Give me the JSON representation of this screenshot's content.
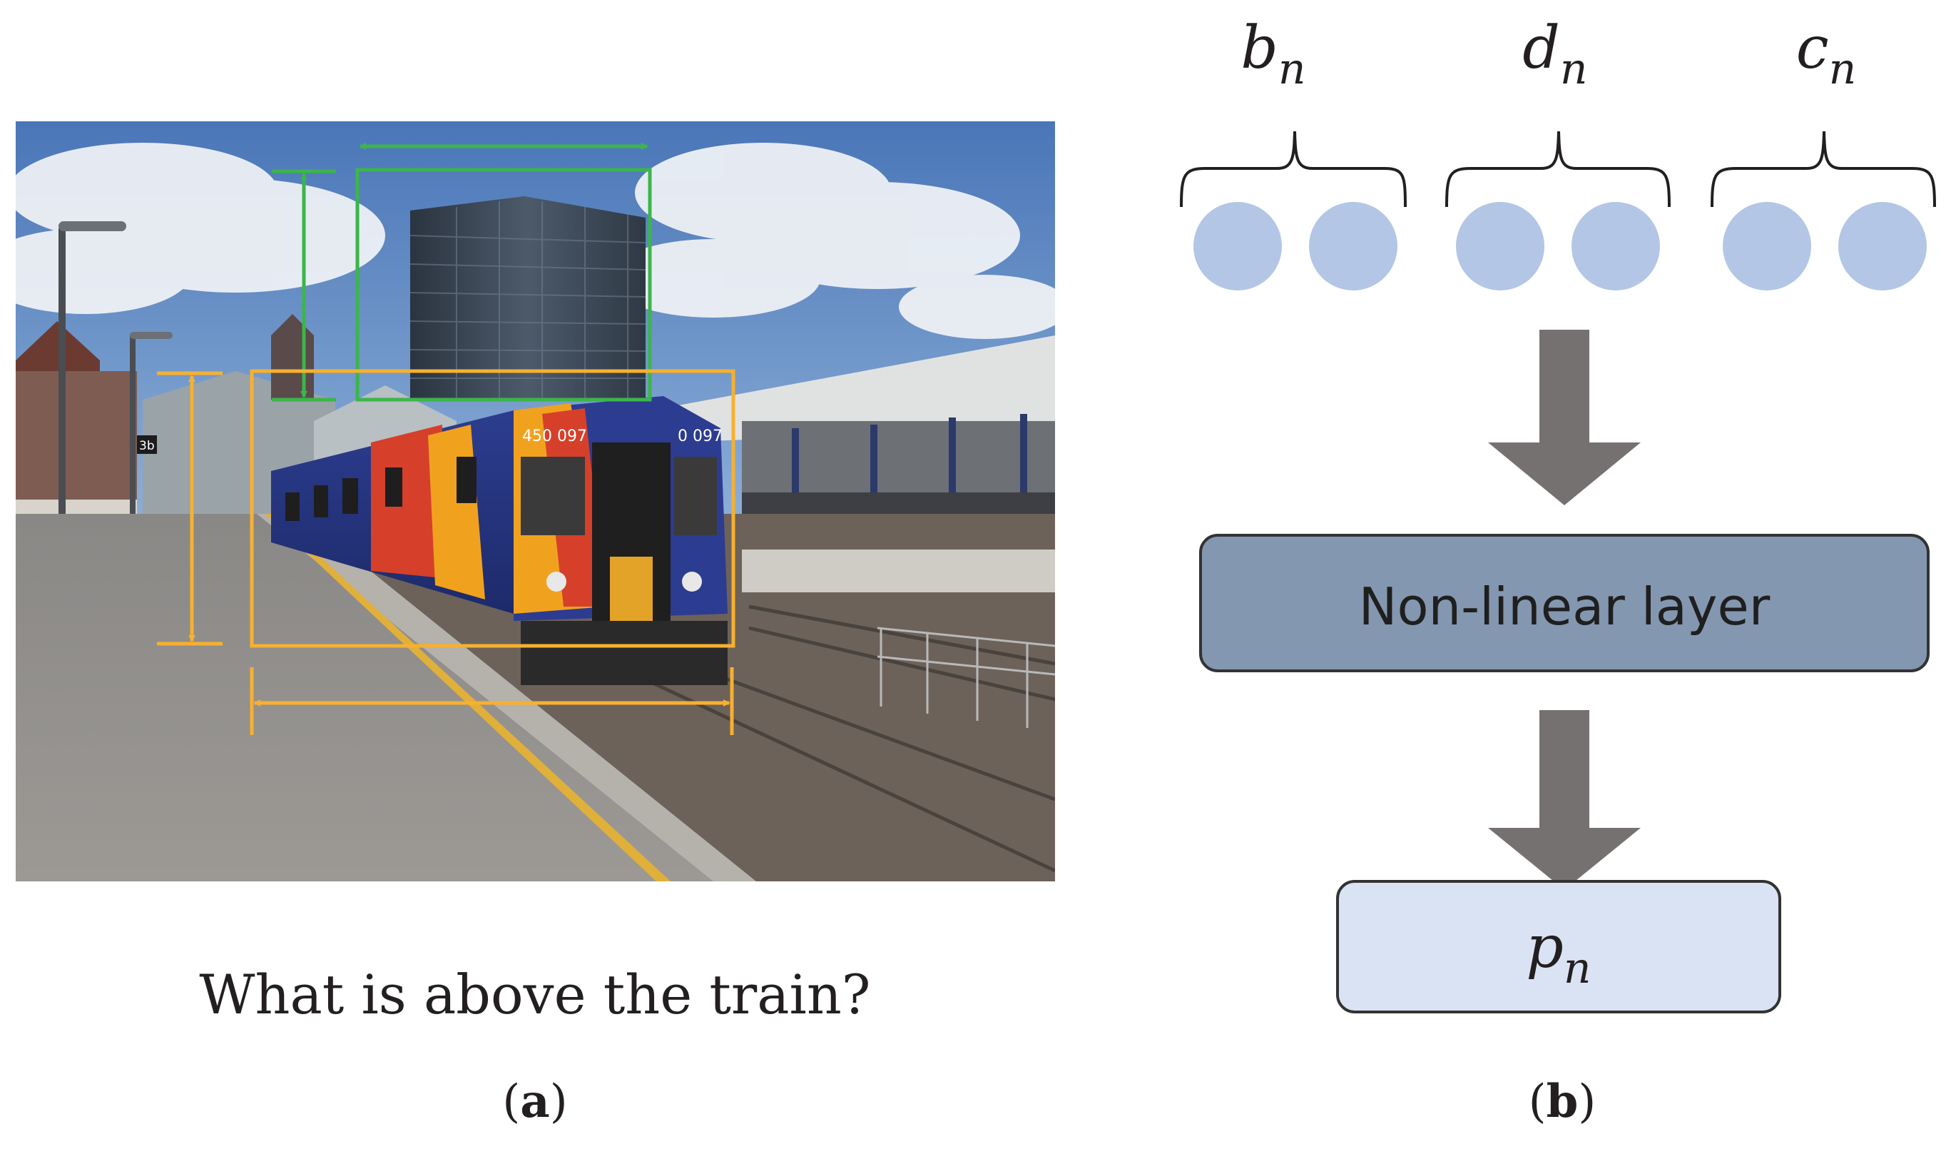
{
  "panel_a": {
    "question": "What is above the train?",
    "label_open": "(",
    "label_letter": "a",
    "label_close": ")",
    "photo_text": {
      "platform_sign": "3b",
      "train_number": "450 097",
      "train_number_partial": "0 097"
    },
    "colors": {
      "building_box": "#3cb54a",
      "train_box": "#f7b02f"
    }
  },
  "panel_b": {
    "inputs": [
      {
        "base": "b",
        "sub": "n"
      },
      {
        "base": "d",
        "sub": "n"
      },
      {
        "base": "c",
        "sub": "n"
      }
    ],
    "layer_label": "Non-linear layer",
    "output": {
      "base": "p",
      "sub": "n"
    },
    "label_open": "(",
    "label_letter": "b",
    "label_close": ")",
    "colors": {
      "neuron": "#b3c6e6",
      "arrow": "#767171",
      "layer_fill": "#8497b0",
      "output_fill": "#dae3f3",
      "stroke": "#333333"
    }
  }
}
